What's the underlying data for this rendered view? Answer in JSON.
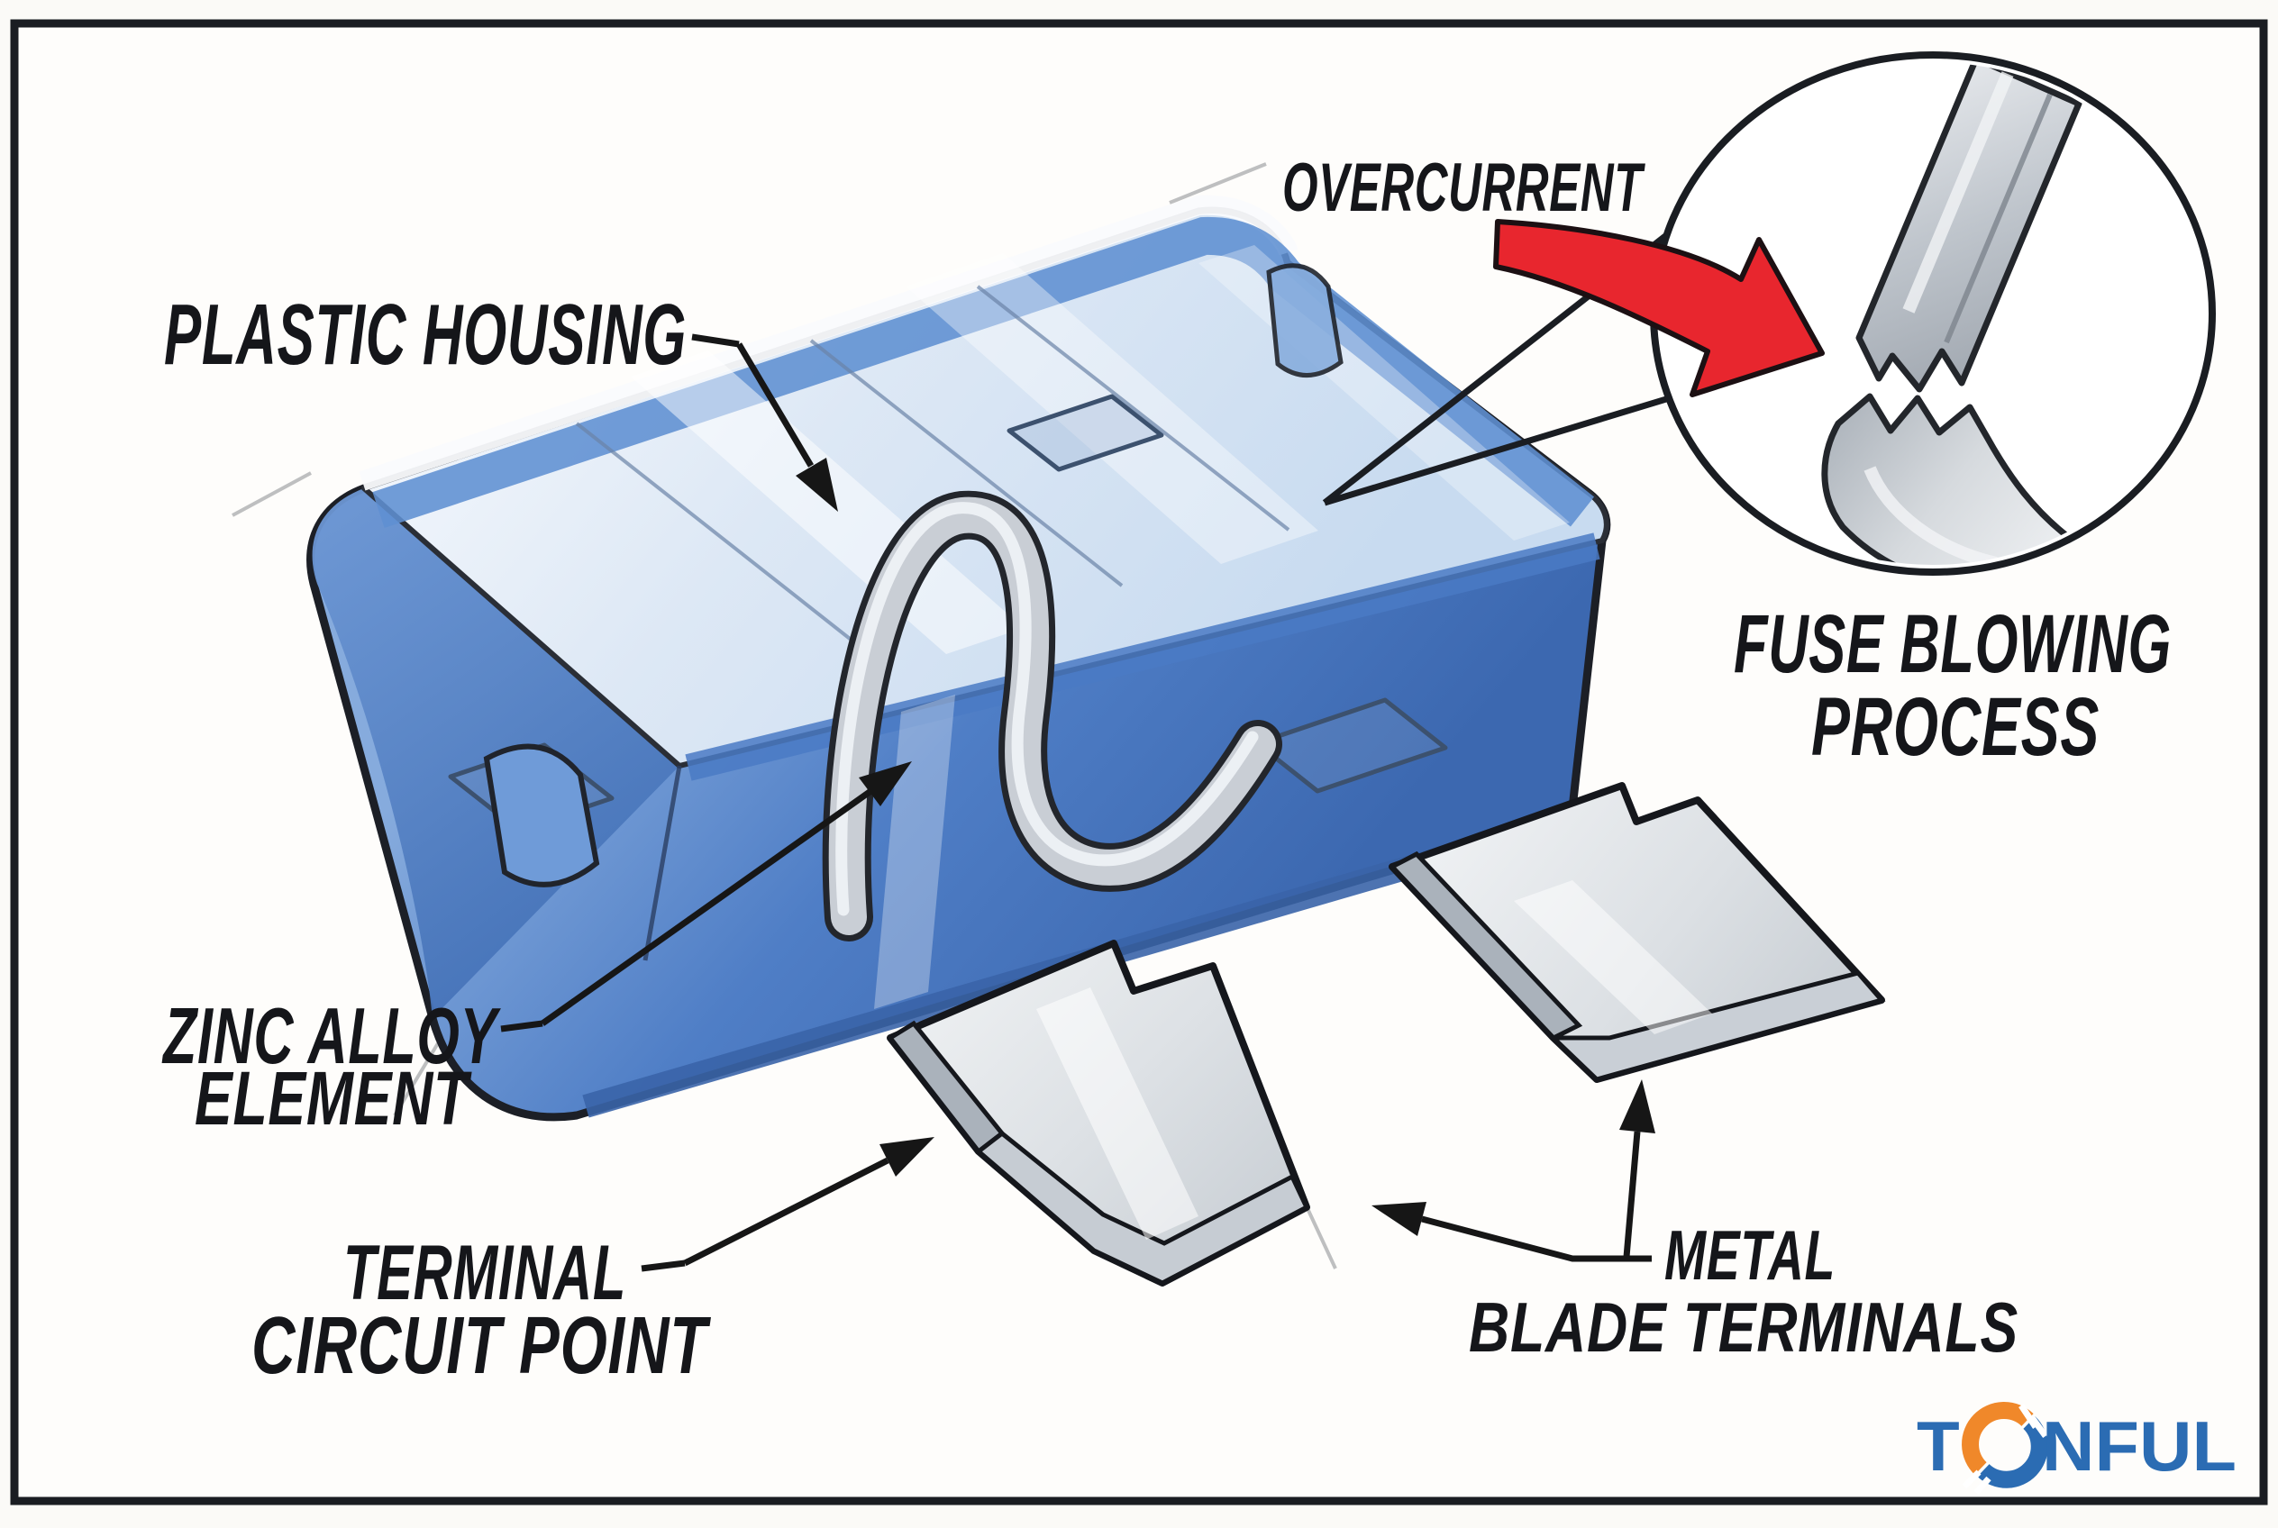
{
  "diagram": {
    "title_context": "Automotive blade fuse anatomy illustration",
    "labels": {
      "plastic_housing": "PLASTIC HOUSING",
      "overcurrent": "OVERCURRENT",
      "fuse_blowing_line1": "FUSE BLOWING",
      "fuse_blowing_line2": "PROCESS",
      "zinc_alloy_line1": "ZINC ALLOY",
      "zinc_alloy_line2": "ELEMENT",
      "terminal_line1": "TERMINAL",
      "terminal_line2": "CIRCUIT POINT",
      "metal_blade_line1": "METAL",
      "metal_blade_line2": "BLADE TERMINALS"
    },
    "logo": {
      "brand": "TONFUL",
      "first_letter": "T",
      "suffix": "NFUL"
    },
    "colors": {
      "ink": "#1a1d22",
      "housing_blue": "#4a7cc4",
      "housing_light": "#dfe9f6",
      "metal_gray": "#ccd2d8",
      "arrow_red": "#e8262e",
      "logo_blue": "#2b6cb3",
      "logo_orange": "#f0882a",
      "paper": "#fbfaf7"
    }
  }
}
